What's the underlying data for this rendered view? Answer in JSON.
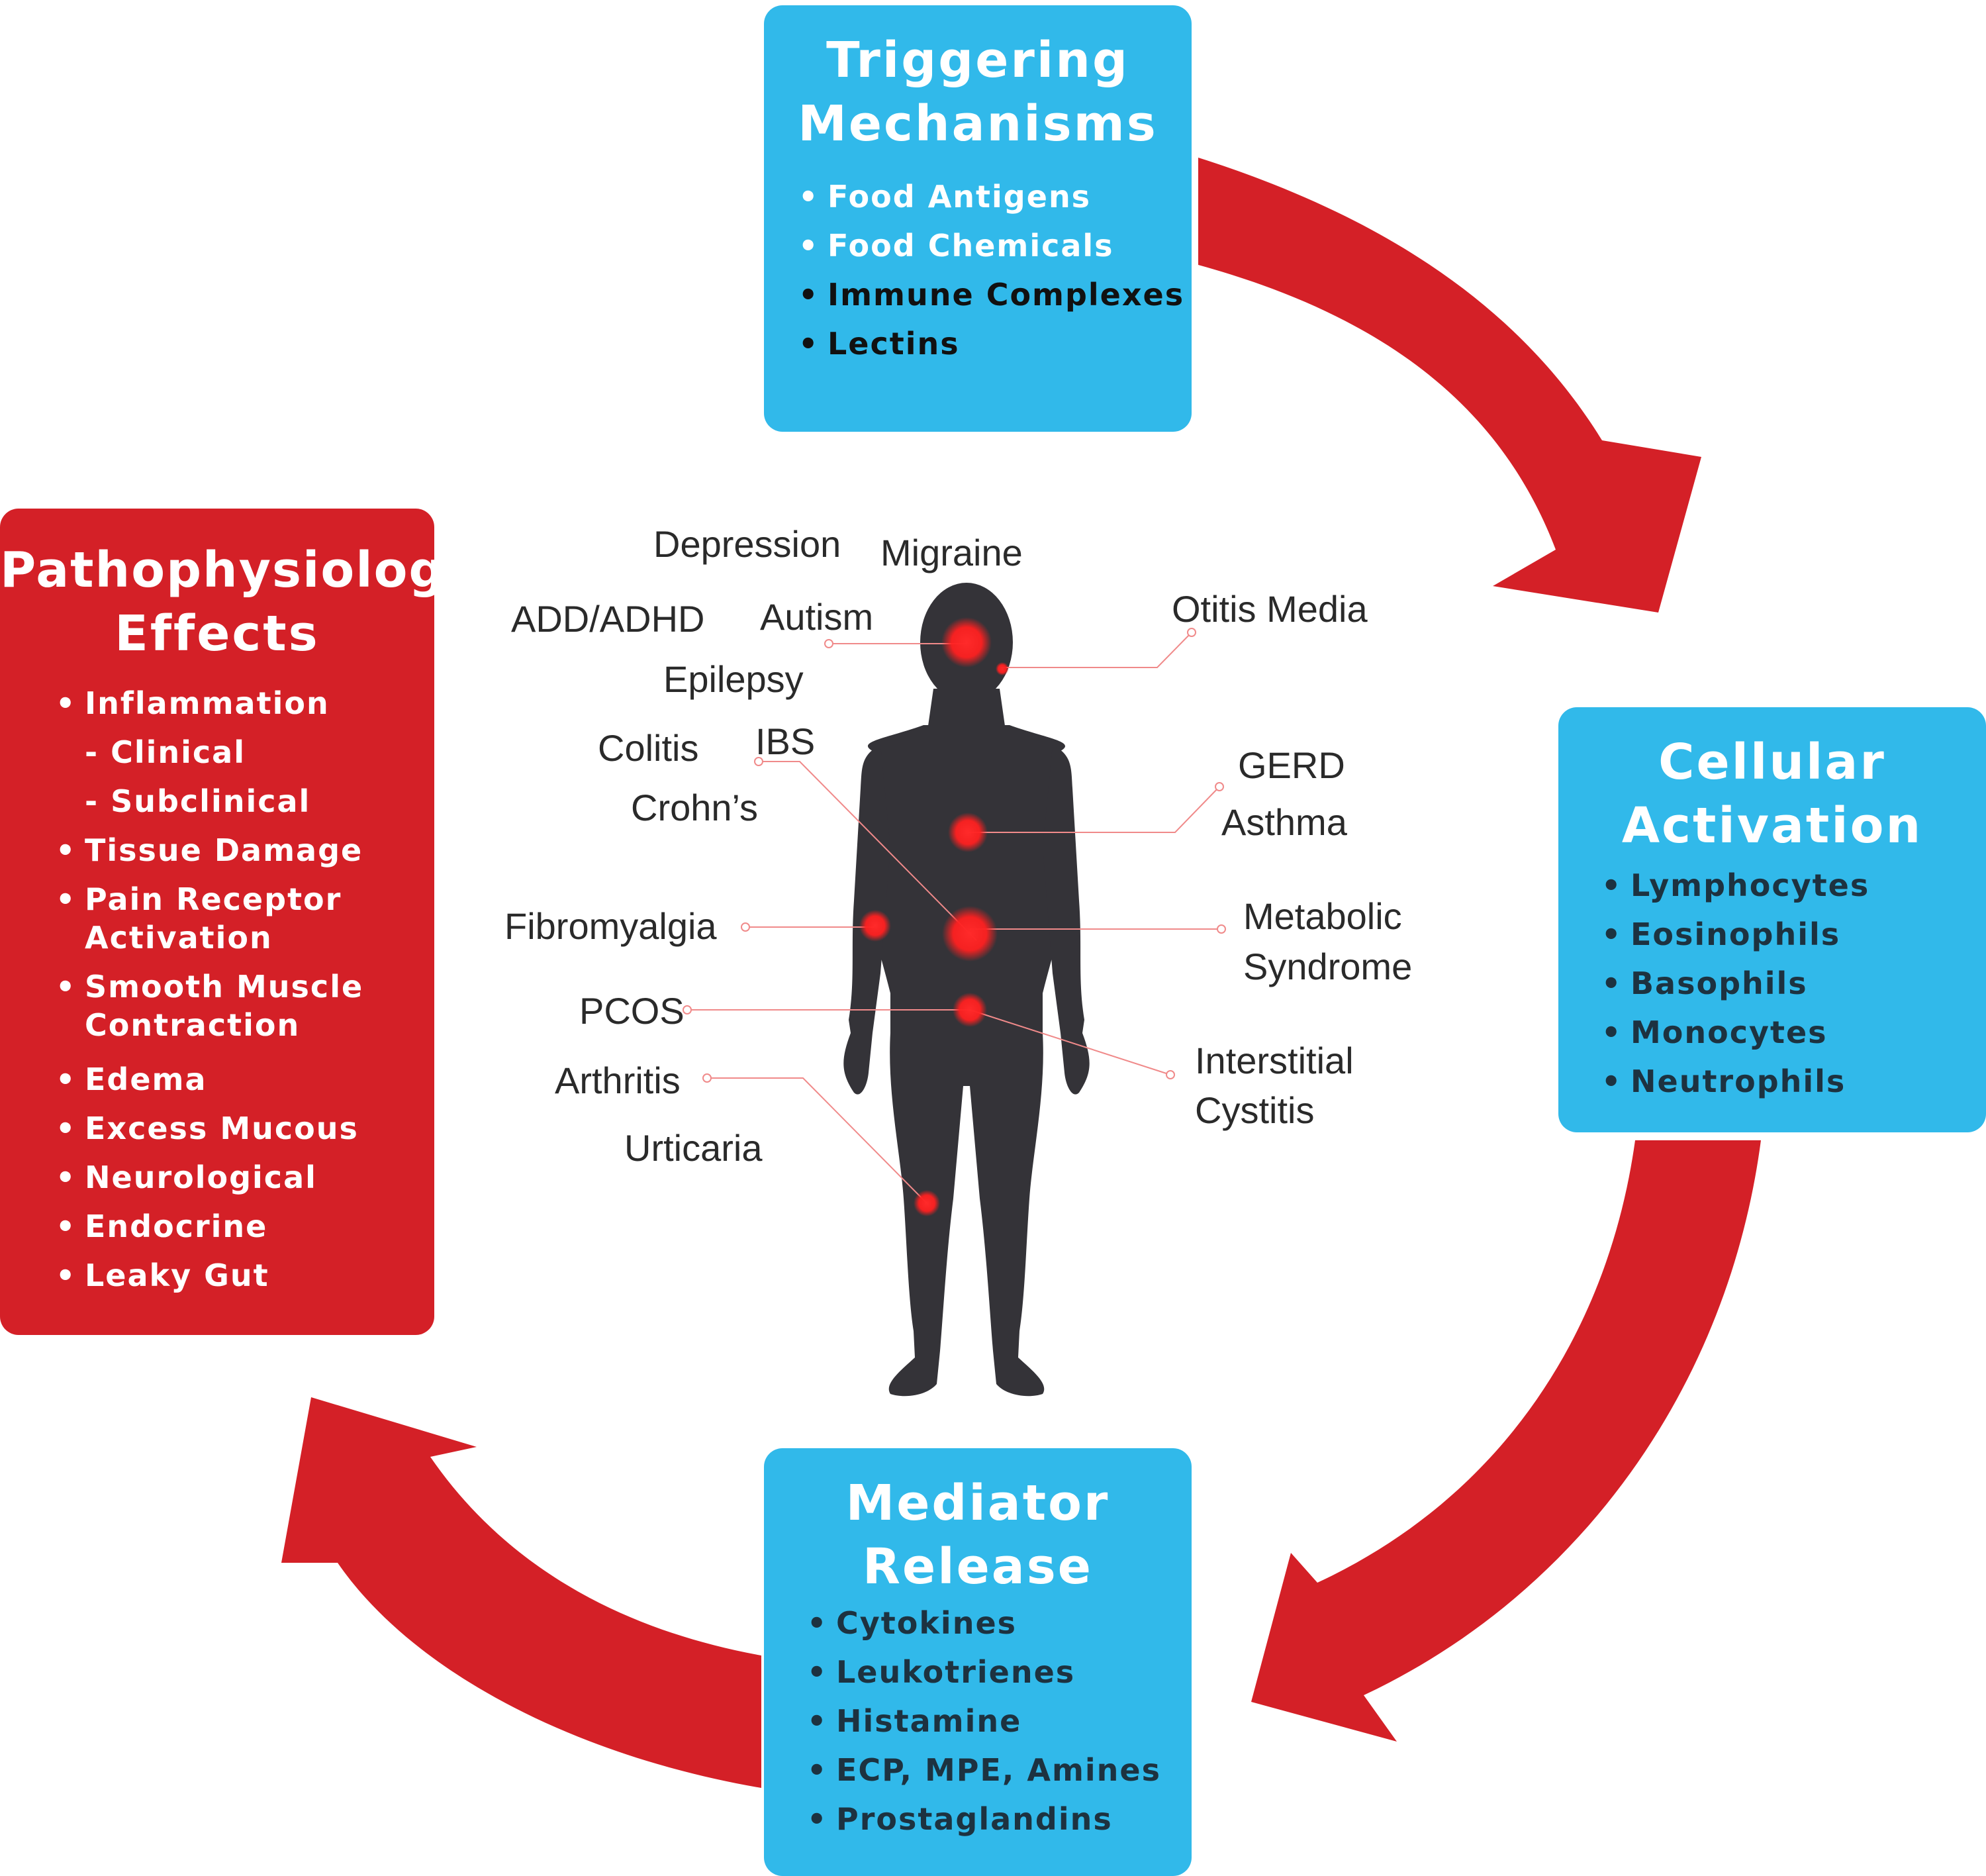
{
  "triggering": {
    "title_line1": "Triggering",
    "title_line2": "Mechanisms",
    "items": [
      "Food Antigens",
      "Food Chemicals",
      "Immune Complexes",
      "Lectins"
    ]
  },
  "cellular": {
    "title_line1": "Cellular",
    "title_line2": "Activation",
    "items": [
      "Lymphocytes",
      "Eosinophils",
      "Basophils",
      "Monocytes",
      "Neutrophils"
    ]
  },
  "mediator": {
    "title_line1": "Mediator",
    "title_line2": "Release",
    "items": [
      "Cytokines",
      "Leukotrienes",
      "Histamine",
      "ECP, MPE, Amines",
      "Prostaglandins"
    ]
  },
  "patho": {
    "title_line1": "Pathophysiologic",
    "title_line2": "Effects",
    "items": [
      "Inflammation",
      "- Clinical",
      "- Subclinical",
      "Tissue Damage",
      "Pain Receptor",
      "Activation",
      "Smooth Muscle",
      "Contraction",
      "Edema",
      "Excess Mucous",
      "Neurological",
      "Endocrine",
      "Leaky Gut"
    ]
  },
  "conditions": {
    "depression": "Depression",
    "migraine": "Migraine",
    "add_adhd": "ADD/ADHD",
    "autism": "Autism",
    "epilepsy": "Epilepsy",
    "otitis_media": "Otitis Media",
    "colitis": "Colitis",
    "ibs": "IBS",
    "crohns": "Crohn’s",
    "gerd": "GERD",
    "asthma": "Asthma",
    "fibromyalgia": "Fibromyalgia",
    "metabolic": "Metabolic",
    "syndrome": "Syndrome",
    "pcos": "PCOS",
    "interstitial": "Interstitial",
    "cystitis": "Cystitis",
    "arthritis": "Arthritis",
    "urticaria": "Urticaria"
  },
  "colors": {
    "blue_box": "#31b9ea",
    "red_box": "#d42027",
    "arrow": "#d42027",
    "silhouette": "#343338",
    "hotspot": "#ff2020"
  }
}
